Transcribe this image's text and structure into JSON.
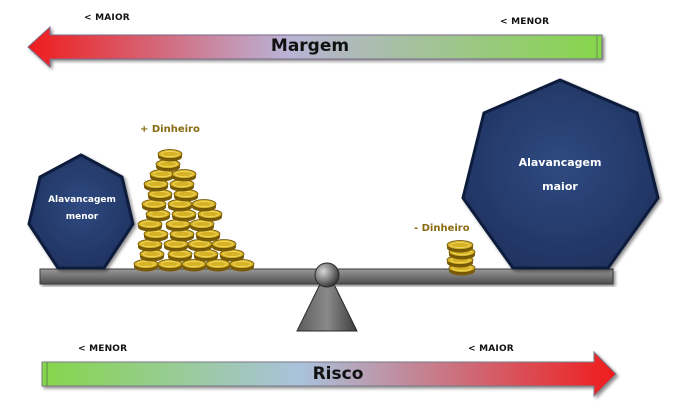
{
  "top_arrow": {
    "title": "Margem",
    "left_label": "< MAIOR",
    "right_label": "< MENOR"
  },
  "bottom_arrow": {
    "title": "Risco",
    "left_label": "< MENOR",
    "right_label": "< MAIOR"
  },
  "left_weight": {
    "line1": "Alavancagem",
    "line2": "menor"
  },
  "right_weight": {
    "line1": "Alavancagem",
    "line2": "maior"
  },
  "money_more": "+ Dinheiro",
  "money_less": "- Dinheiro",
  "colors": {
    "red": "#f01c1c",
    "green": "#86d64a",
    "mid": "#a9bfd9",
    "navy": "#263b68",
    "gold": "#c9a012",
    "beam": "#6d6d6d"
  }
}
